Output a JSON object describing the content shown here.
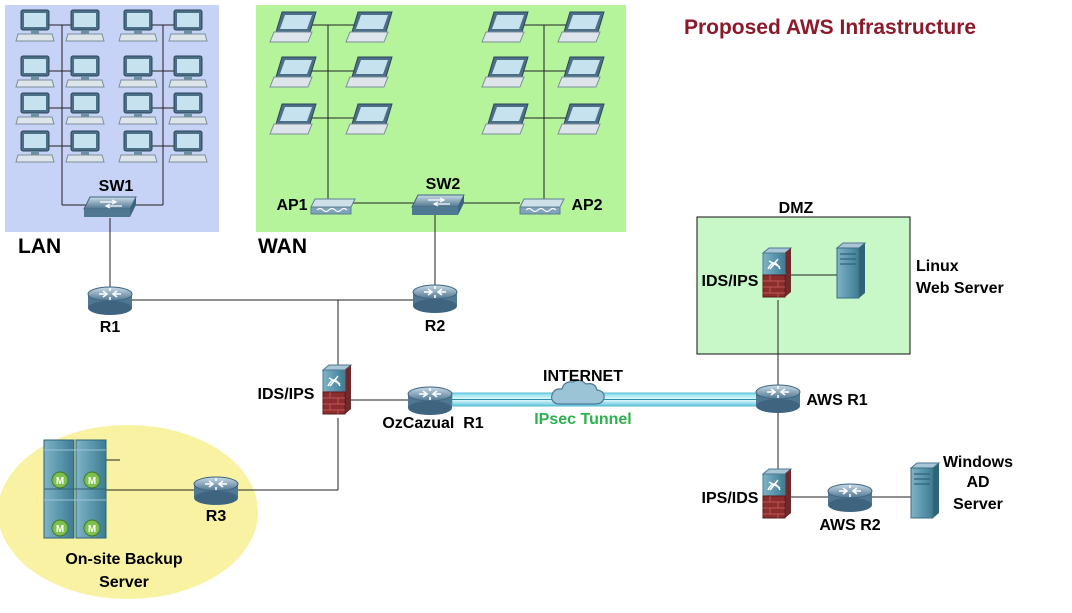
{
  "title": "Proposed AWS Infrastructure",
  "zones": {
    "lan": "LAN",
    "wan": "WAN",
    "dmz": "DMZ"
  },
  "devices": {
    "sw1": "SW1",
    "sw2": "SW2",
    "ap1": "AP1",
    "ap2": "AP2",
    "r1": "R1",
    "r2": "R2",
    "r3": "R3",
    "ids_ips_onprem": "IDS/IPS",
    "ozcazual_r1": "OzCazual  R1",
    "internet": "INTERNET",
    "ipsec_tunnel": "IPsec Tunnel",
    "aws_r1": "AWS R1",
    "aws_r2": "AWS R2",
    "ids_ips_dmz": "IDS/IPS",
    "ips_ids_aws": "IPS/IDS",
    "linux_line1": "Linux",
    "linux_line2": "Web Server",
    "win_line1": "Windows",
    "win_line2": "AD",
    "win_line3": "Server",
    "backup_line1": "On-site Backup",
    "backup_line2": "Server",
    "backup_badge": "M"
  },
  "colors": {
    "lan_bg": "#c6d3f6",
    "wan_bg": "#b6f49c",
    "dmz_bg": "#c8f7c8",
    "backup_bg": "#f8f2a2",
    "title": "#8b1a2b",
    "tunnel_text": "#2bb24c",
    "router": "#6e8fa6",
    "device_teal": "#4f8ca3"
  }
}
